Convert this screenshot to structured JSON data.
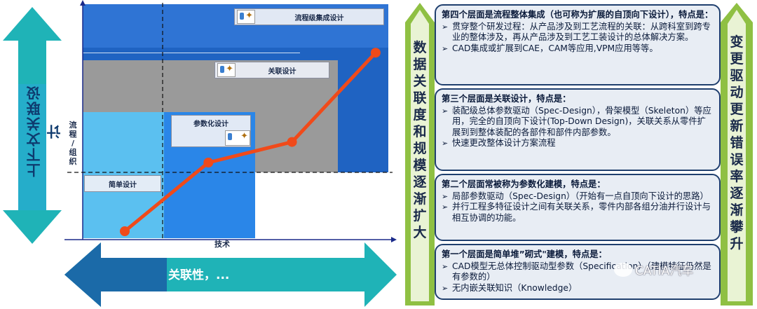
{
  "chart": {
    "layers": [
      {
        "name": "流程级集成设计"
      },
      {
        "name": "关联设计"
      },
      {
        "name": "参数化设计"
      },
      {
        "name": "简单设计"
      }
    ],
    "y_axis_label_top": "流程",
    "y_axis_label_mid": "组",
    "y_axis_label_bottom": "织",
    "y_axis_slash": "/",
    "x_axis_label": "技术",
    "vertical_arrow_label": "上下文关联设计",
    "horizontal_arrow_label": "关联性，...",
    "colors": {
      "top_blue": "#1f63c2",
      "gray": "#9a9a9a",
      "light_blue": "#5bc0f0",
      "mid_blue": "#2a86e8",
      "arrow_teal": "#1fb3b7",
      "arrow_navy": "#1b6aa8",
      "line": "#f04a1a"
    }
  },
  "chart_data": {
    "type": "line",
    "x": [
      1,
      2,
      3,
      4
    ],
    "y": [
      1,
      2,
      2.3,
      3.6
    ]
  },
  "left_strip": [
    "数",
    "据",
    "关",
    "联",
    "度",
    "和",
    "规",
    "模",
    "逐",
    "渐",
    "扩",
    "大"
  ],
  "right_strip": [
    "变",
    "更",
    "驱",
    "动",
    "更",
    "新",
    "错",
    "误",
    "率",
    "逐",
    "渐",
    "攀",
    "升"
  ],
  "panels": [
    {
      "title": "第四个层面是流程整体集成（也可称为扩展的自顶向下设计），特点是：",
      "items": [
        "贯穿整个研发过程：从产品涉及到工艺流程的关联：从跨科室到跨专业的整体涉及，再从产品涉及到工艺工装设计的总体解决方案。",
        "CAD集成或扩展到CAE，CAM等应用,VPM应用等等。"
      ]
    },
    {
      "title": "第三个层面是关联设计，特点是：",
      "items": [
        "装配级总体参数驱动（Spec-Design），骨架模型（Skeleton）等应用，完全的自顶向下设计(Top-Down Design)，关联关系从零件扩展到到整体装配的各部件和部件内部参数。",
        "快速更改整体设计方案流程"
      ]
    },
    {
      "title": "第二个层面常被称为参数化建模，特点是：",
      "items": [
        "局部参数驱动（Spec-Design）（开始有一点自顶向下设计的思路）",
        "并行工程多特征设计之间有关联关系，零件内部各组分油并行设计与相互协调的功能。"
      ]
    },
    {
      "title": "第一个层面是简单堆”砌式\"建模，特点是：",
      "items": [
        "CAD模型无总体控制驱动型参数（Specification）（建模特征仍然是有参数的）",
        "无内嵌关联知识（Knowledge）"
      ]
    }
  ],
  "watermark": "CATIA汽车"
}
